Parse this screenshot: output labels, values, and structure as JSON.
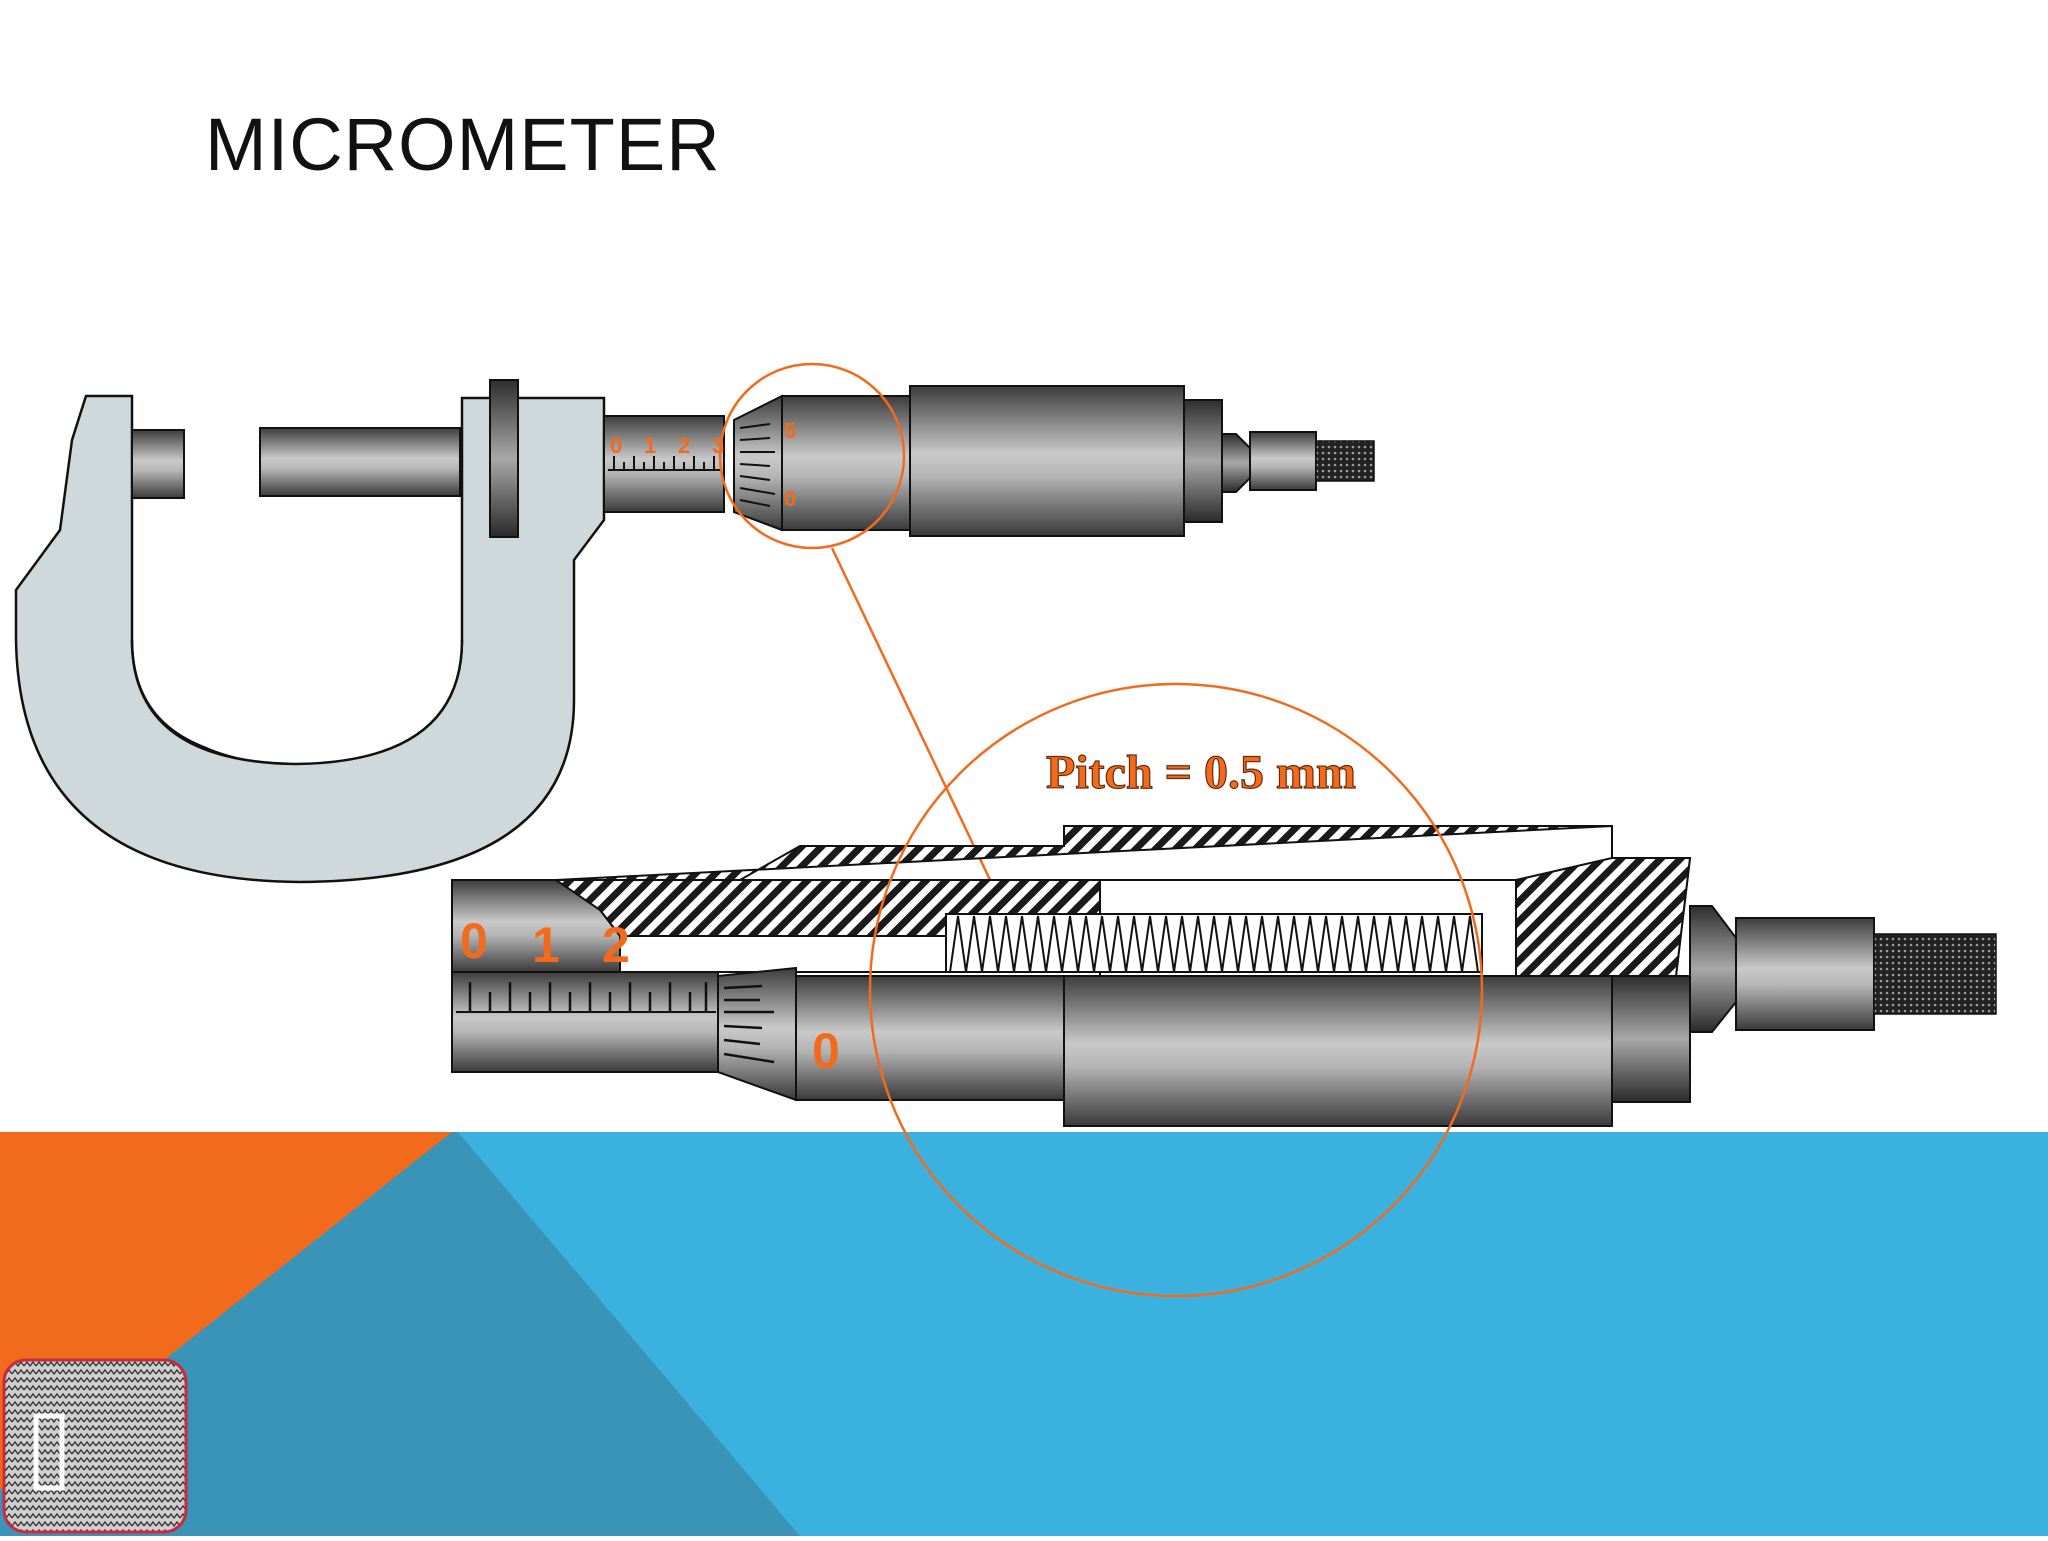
{
  "slide": {
    "title": "MICROMETER"
  },
  "small_micrometer": {
    "sleeve_numbers": [
      "0",
      "1",
      "2",
      "3"
    ],
    "thimble_numbers": [
      "5",
      "0"
    ]
  },
  "detail_view": {
    "pitch_label": "Pitch = 0.5 mm",
    "sleeve_numbers": [
      "0",
      "1",
      "2"
    ],
    "thimble_number": "0"
  },
  "colors": {
    "accent_orange": "#f26b1d",
    "band_blue": "#3bb1e0",
    "band_teal": "#3a94b8",
    "frame_gray": "#cfd8da",
    "nav_thumb_border": "#cc2a3c"
  },
  "icons": {
    "nav_thumbnail": "slide-thumbnail-icon"
  }
}
